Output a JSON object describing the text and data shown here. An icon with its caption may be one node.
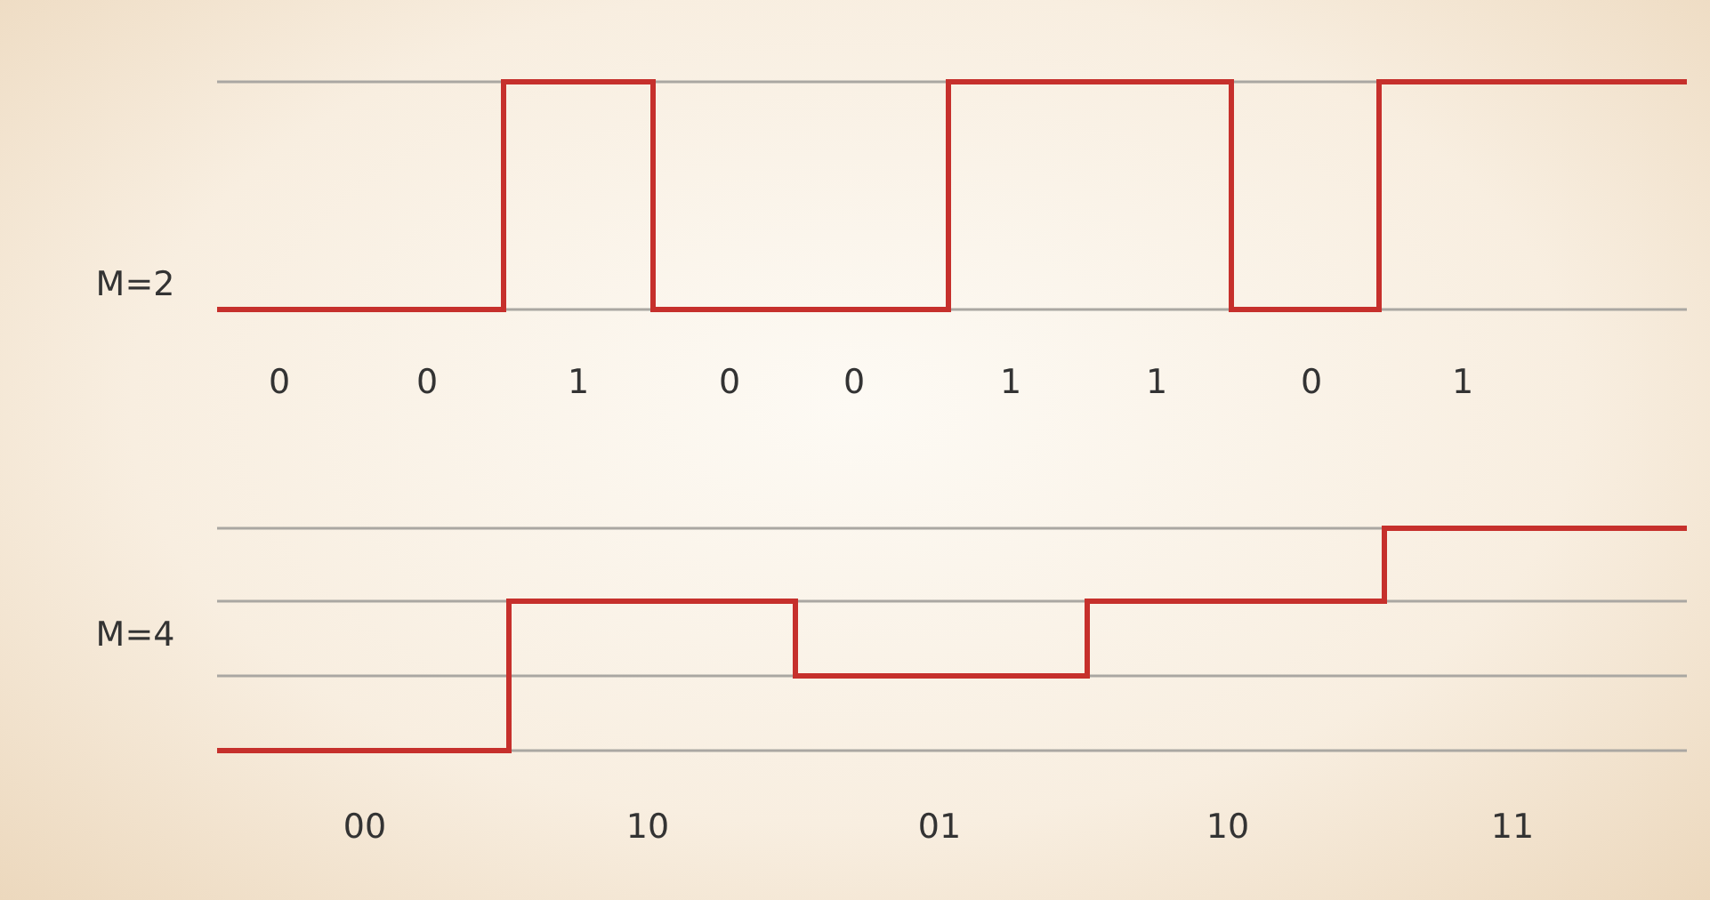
{
  "diagram": {
    "labels": [
      "M=2",
      "0",
      "0",
      "1",
      "0",
      "0",
      "1",
      "1",
      "0",
      "1",
      "M=4",
      "00",
      "10",
      "01",
      "10",
      "11"
    ]
  }
}
